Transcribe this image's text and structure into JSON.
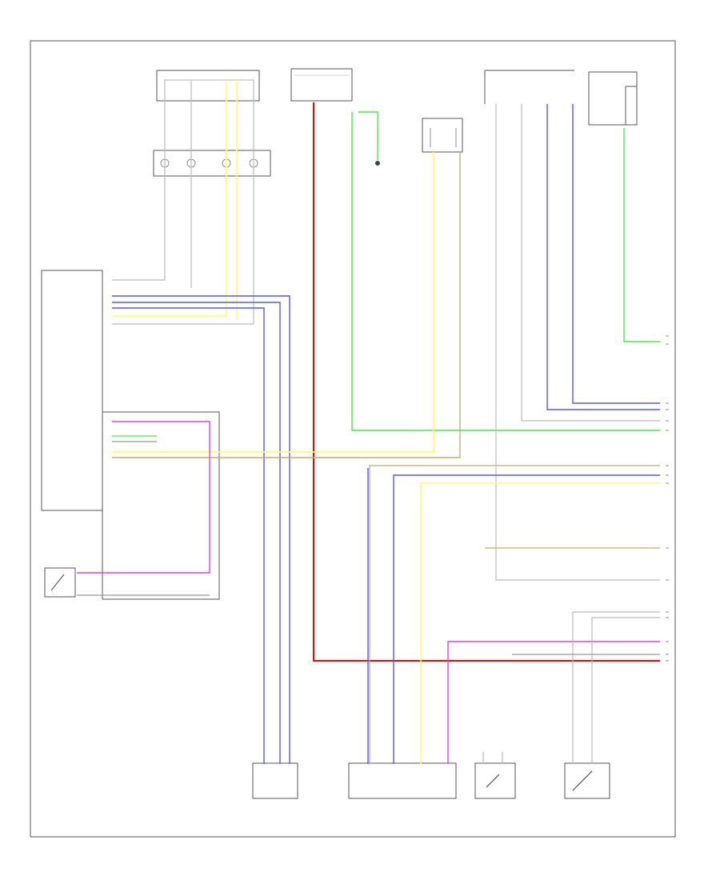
{
  "diagram": {
    "page_id": "",
    "colors": {
      "frame": "#555555",
      "black": "#999999",
      "red": "#ff0000",
      "yellow": "#ffff66",
      "green": "#44ee44",
      "blue": "#5555ff",
      "pink": "#dd44dd",
      "tan": "#ccaa66",
      "gray": "#bbbbbb"
    },
    "components": [
      {
        "id": "top-left-junction",
        "label": ""
      },
      {
        "id": "power-fuse-box",
        "label": ""
      },
      {
        "id": "relay-box",
        "label": ""
      },
      {
        "id": "control-module-connector",
        "label": ""
      },
      {
        "id": "multi-connector-top-right",
        "label": ""
      },
      {
        "id": "splice-row",
        "label": ""
      },
      {
        "id": "main-control-unit",
        "label": ""
      },
      {
        "id": "passenger-switch",
        "label": ""
      },
      {
        "id": "buckle-switch-left",
        "label": ""
      },
      {
        "id": "sensor-module-center",
        "label": ""
      },
      {
        "id": "seat-sensor-left",
        "label": ""
      },
      {
        "id": "seat-sensor-right",
        "label": ""
      },
      {
        "id": "ground-point",
        "label": ""
      }
    ]
  }
}
